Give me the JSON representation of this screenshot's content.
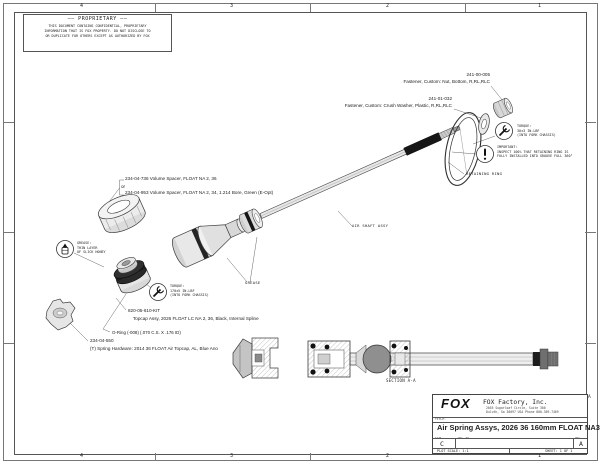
{
  "frame": {
    "zones_h": [
      "4",
      "3",
      "2",
      "1"
    ],
    "zone_letter_right": "A"
  },
  "proprietary": {
    "heading": "—— PROPRIETARY ——",
    "line1": "THIS DOCUMENT CONTAINS CONFIDENTIAL, PROPRIETARY",
    "line2": "INFORMATION THAT IS FOX PROPERTY. DO NOT DISCLOSE TO",
    "line3": "OR DUPLICATE FOR OTHERS EXCEPT AS AUTHORIZED BY FOX"
  },
  "callouts": {
    "nut_part": "241-00-005",
    "nut_desc": "Fastener, Custom: Nut, Bottom, R,RL,RLC",
    "washer_part": "241-01-032",
    "washer_desc": "Fastener, Custom: Crush Washer, Plastic, R,RL,RLC",
    "torque_upper_label": "TORQUE:",
    "torque_upper_value": "30±3 IN-LBF",
    "torque_upper_note": "(INTO FORK CHASSIS)",
    "important_label": "IMPORTANT:",
    "important_line1": "INSPECT 100% THAT RETAINING RING IS",
    "important_line2": "FULLY INSTALLED INTO GROOVE FULL 360°",
    "retaining_ring": "RETAINING RING",
    "air_shaft": "AIR SHAFT ASSY",
    "spacer_line1": "234-04-736 Volume Spacer, FLOAT NA 2, 36",
    "spacer_or": "or",
    "spacer_line2": "234-04-953 Volume Spacer, FLOAT NA 2, 34, 1.214 Bore, Green (E-Opt)",
    "grease_label": "GREASE:",
    "grease_line1": "THIN LAYER",
    "grease_line2": "OF SLICK HONEY",
    "grease_point": "GREASE",
    "torque_lower_label": "TORQUE:",
    "torque_lower_value": "170±5 IN-LBF",
    "torque_lower_note": "(INTO FORK CHASSIS)",
    "topcap_part": "820-05-610-KIT",
    "topcap_desc": "Topcap Assy, 2026 FLOAT LC NA 2, 36, Black, Internal Spline",
    "oring": "O-Ring (-008) (.070 C.S. X .176 ID)",
    "springhw_part": "234-04-550",
    "springhw_desc": "(T) Spring Hardware: 2014 36 FLOAT Air Topcap, AL, Blue Ano",
    "section_label": "SECTION A-A"
  },
  "title_block": {
    "logo_text": "FOX",
    "company": "FOX Factory, Inc.",
    "address1": "2055 Sugarloaf Circle, Suite 300",
    "address2": "Duluth, Ga 30097 USA Phone 800-369-7469",
    "title_label": "TITLE:",
    "title": "Air Spring Assys, 2026 36 160mm FLOAT NA3",
    "size_label": "SIZE",
    "size_value": "C",
    "dwg_label": "DWG. NO.",
    "rev_label": "REV",
    "rev_value": "A",
    "plot_scale": "PLOT SCALE: 1:1",
    "sheet": "SHEET: 1 OF 1"
  }
}
